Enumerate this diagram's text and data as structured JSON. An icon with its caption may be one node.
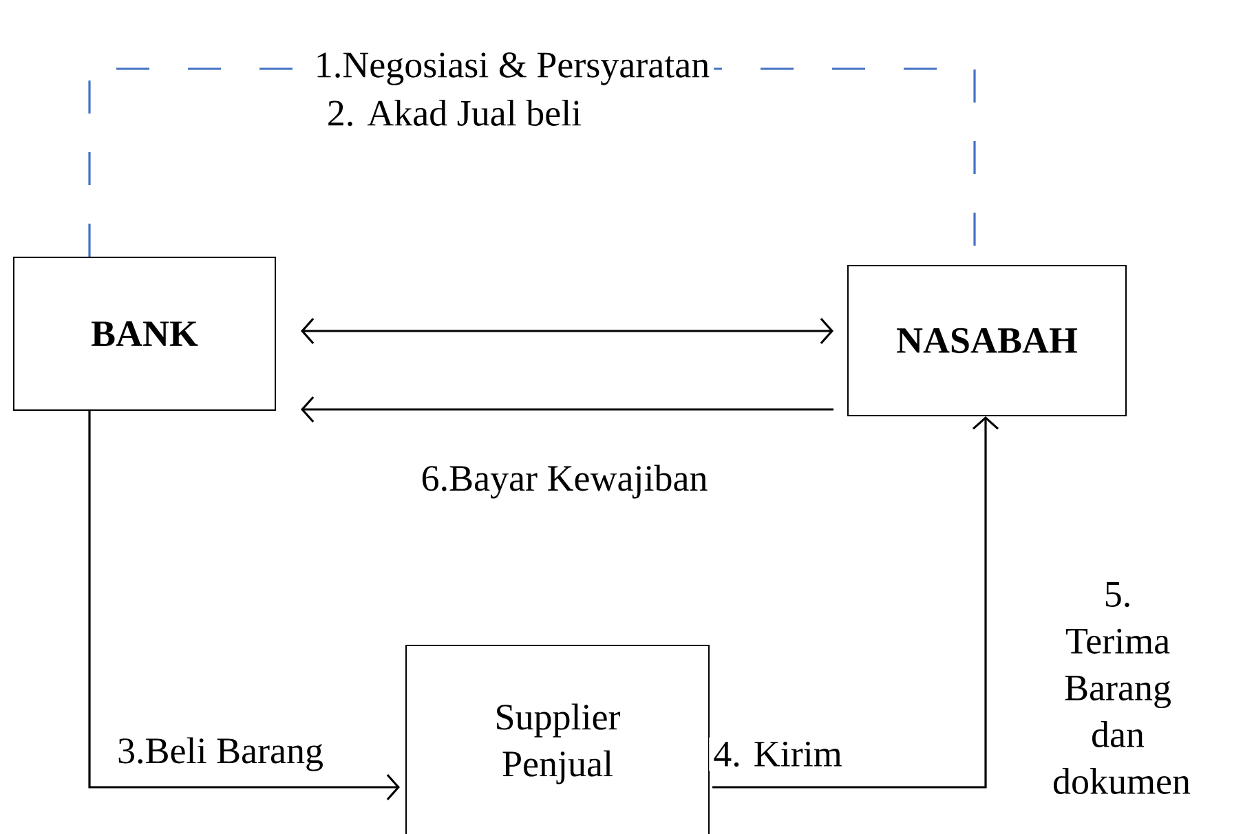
{
  "diagram": {
    "nodes": [
      {
        "text": [
          "BANK"
        ]
      },
      {
        "text": [
          "NASABAH"
        ]
      },
      {
        "text": [
          "Supplier Penjual"
        ]
      }
    ],
    "edges": [
      {
        "from": 0,
        "to": 1,
        "arrow": "none",
        "label": "1.Negosiasi & Persyaratan",
        "style": "dashed",
        "color": "#4472c4"
      },
      {
        "from": 0,
        "to": 1,
        "arrow": "both"
      },
      {
        "from": 1,
        "to": 0,
        "arrow": "to",
        "label": "6.Bayar Kewajiban"
      },
      {
        "from": 0,
        "to": 2,
        "arrow": "to",
        "label": "3.Beli Barang"
      },
      {
        "from": 2,
        "to": 1,
        "arrow": "to",
        "label": "4. Kirim"
      }
    ],
    "labels": [
      "2. Akad Jual beli",
      "5. Terima Barang dan dokumen"
    ]
  }
}
